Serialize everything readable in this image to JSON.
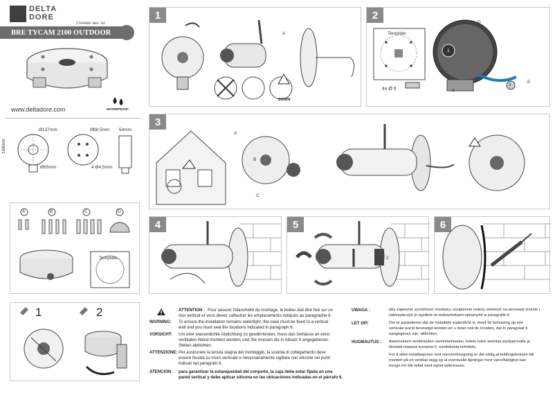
{
  "header": {
    "logo_line1": "DELTA",
    "logo_line2": "DORE",
    "ref_code": "2704089 Rev.02",
    "product_title": "BRE TYCAM 2100 OUTDOOR",
    "website": "www.deltadore.com",
    "waterproof": "WATERPROOF"
  },
  "dimensions": {
    "height": "168mm",
    "d137": "Ø137mm",
    "d88": "Ø88,5mm",
    "w54": "54mm",
    "d55": "Ø55mm",
    "holes": "4 Ø4,5mm"
  },
  "kit": {
    "labels": [
      "A",
      "B",
      "C",
      "D"
    ],
    "template": "Template"
  },
  "steps": {
    "s1": "1",
    "s2": "2",
    "s3": "3",
    "s4": "4",
    "s5": "5",
    "s6": "6",
    "s1_down": "DOWN",
    "s1_badge": "A",
    "s2_template": "Template",
    "s2_holes": "4x Ø 6",
    "s2_d": "D",
    "s2_e": "E",
    "s2_n1": "1",
    "s2_n2": "2",
    "s2_n3": "3",
    "s3_a": "A",
    "s3_b": "B",
    "s3_c": "C",
    "s5_n1": "1",
    "s5_n2": "2",
    "bottom_1": "1",
    "bottom_2": "2"
  },
  "warnings": {
    "fr_label": "ATTENTION :",
    "fr_text_1": "Pour assurer l'étanchéité du montage, le boitier doit être fixé sur un",
    "fr_text_2": "mur vertical et vous devez calfeutrer les emplacements indiqués au paragraphe 6.",
    "en_label": "WARNING:",
    "en_text_1": "To ensure the installation remains  watertight, the case must be fixed to a vertical",
    "en_text_2": "wall and you must seal the locations indicated in paragraph 6.",
    "de_label": "VORSICHT:",
    "de_text_1": "Um eine wasserdichte Abdichtung zu gewährleisten, muss das Gehäuse an einer",
    "de_text_2": "vertikalen Wand montiert werden, und Sie müssen die in Absatz 6 angegebenen",
    "de_text_3": "Stellen abdichten.",
    "it_label": "ATTENZIONE:",
    "it_text_1": "Per assicurare la tenuta stagna del montaggio, la scatola di collegamento deve",
    "it_text_2": "essere fissata su muro verticale e necessariamente sigillata con silicone nei punti",
    "it_text_3": "indicati nel paragrafo 6.",
    "es_label": "ATENCIÓN :",
    "es_text_1": "para garantizar la estanqueidad del conjunto, la caja debe estar fijada en una",
    "es_text_2": "pared vertical y debe aplicar silicona en las ubicaciones indicadas en el párrafo 6.",
    "pl_label": "UWAGA :",
    "pl_text_1": "aby zapewnić szczelność montażu, urządzenie należy umieścić na pionowej ścianie i",
    "pl_text_2": "zabezpieczyć je zgodnie ze wskazówkami opisanymi w paragrafie 6.",
    "dk_label": "LET OP!",
    "dk_text_1": "Om te garanderen dat de installatie waterdicht is, moet de behuizing op een",
    "dk_text_2": "verticale wand bevestigd worden en u moet ook de locaties, dat in paragraaf 6",
    "dk_text_3": "aangegeven zijn, afdichten.",
    "fi_label": "HUOMAUTUS :",
    "fi_text_1": "Asennuksen vesitiiviyden varmistamiseksi, kotelo tulee asentaa pystypinnalle ja",
    "fi_text_2": "tiivistää maassa kuvassa 6. osoitetuista kohdista.",
    "no_text_1": "For å sikre installasjonen mot vanninntrengning er det viktig at koblingsboksen blir",
    "no_text_2": "montert på en vertikal vegg og at eventuelle åpninger hvor vann/fuktighet kan",
    "no_text_3": "trenge inn blir tettet med egnet tettemasse."
  }
}
